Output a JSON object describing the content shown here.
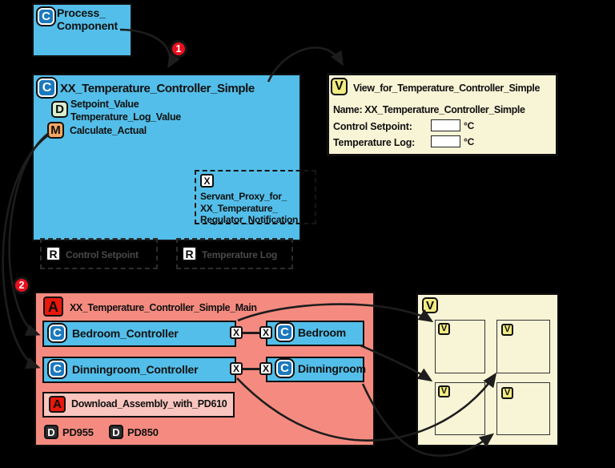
{
  "colors": {
    "background": "#000000",
    "component_blue": "#53BEE9",
    "view_cream": "#F8F4D6",
    "assembly_salmon": "#F58B80",
    "download_pink": "#F9C5BE",
    "class_icon_blue": "#1B79BF",
    "attribute_icon_green": "#D8EFCE",
    "method_icon_orange": "#F5A762",
    "view_icon_yellow": "#F2EB82",
    "assembly_icon_red": "#E8180C",
    "device_icon_dark": "#2D2D2D",
    "step_badge_red": "#E8101E"
  },
  "process": {
    "icon": "C",
    "line1": "Process_",
    "line2": "Component"
  },
  "controller": {
    "icon": "C",
    "title": "XX_Temperature_Controller_Simple",
    "data_icon": "D",
    "data_line1": "Setpoint_Value",
    "data_line2": "Temperature_Log_Value",
    "method_icon": "M",
    "method_label": "Calculate_Actual"
  },
  "servant": {
    "icon": "X",
    "line1": "Servant_Proxy_for_",
    "line2": "XX_Temperature_",
    "line3": "Regulator_Notification"
  },
  "receptacles": [
    {
      "icon": "R",
      "label": "Control Setpoint"
    },
    {
      "icon": "R",
      "label": "Temperature Log"
    }
  ],
  "view": {
    "icon": "V",
    "title": "View_for_Temperature_Controller_Simple",
    "name_line": "Name: XX_Temperature_Controller_Simple",
    "fields": [
      {
        "label": "Control Setpoint:",
        "value": "",
        "unit": "°C"
      },
      {
        "label": "Temperature Log:",
        "value": "",
        "unit": "°C"
      }
    ]
  },
  "main": {
    "icon": "A",
    "title": "XX_Temperature_Controller_Simple_Main",
    "rows": [
      {
        "controller_icon": "C",
        "controller_label": "Bedroom_Controller",
        "port_icon": "X",
        "room_icon": "C",
        "room_label": "Bedroom"
      },
      {
        "controller_icon": "C",
        "controller_label": "Dinningroom_Controller",
        "port_icon": "X",
        "room_icon": "C",
        "room_label": "Dinningroom"
      }
    ],
    "download": {
      "icon": "A",
      "label": "Download_Assembly_with_PD610"
    },
    "devices": [
      {
        "icon": "D",
        "label": "PD955"
      },
      {
        "icon": "D",
        "label": "PD850"
      }
    ]
  },
  "views_panel": {
    "icon": "V",
    "cells": [
      {
        "icon": "V"
      },
      {
        "icon": "V"
      },
      {
        "icon": "V"
      },
      {
        "icon": "V"
      }
    ]
  },
  "steps": [
    {
      "label": "1"
    },
    {
      "label": "2"
    }
  ]
}
